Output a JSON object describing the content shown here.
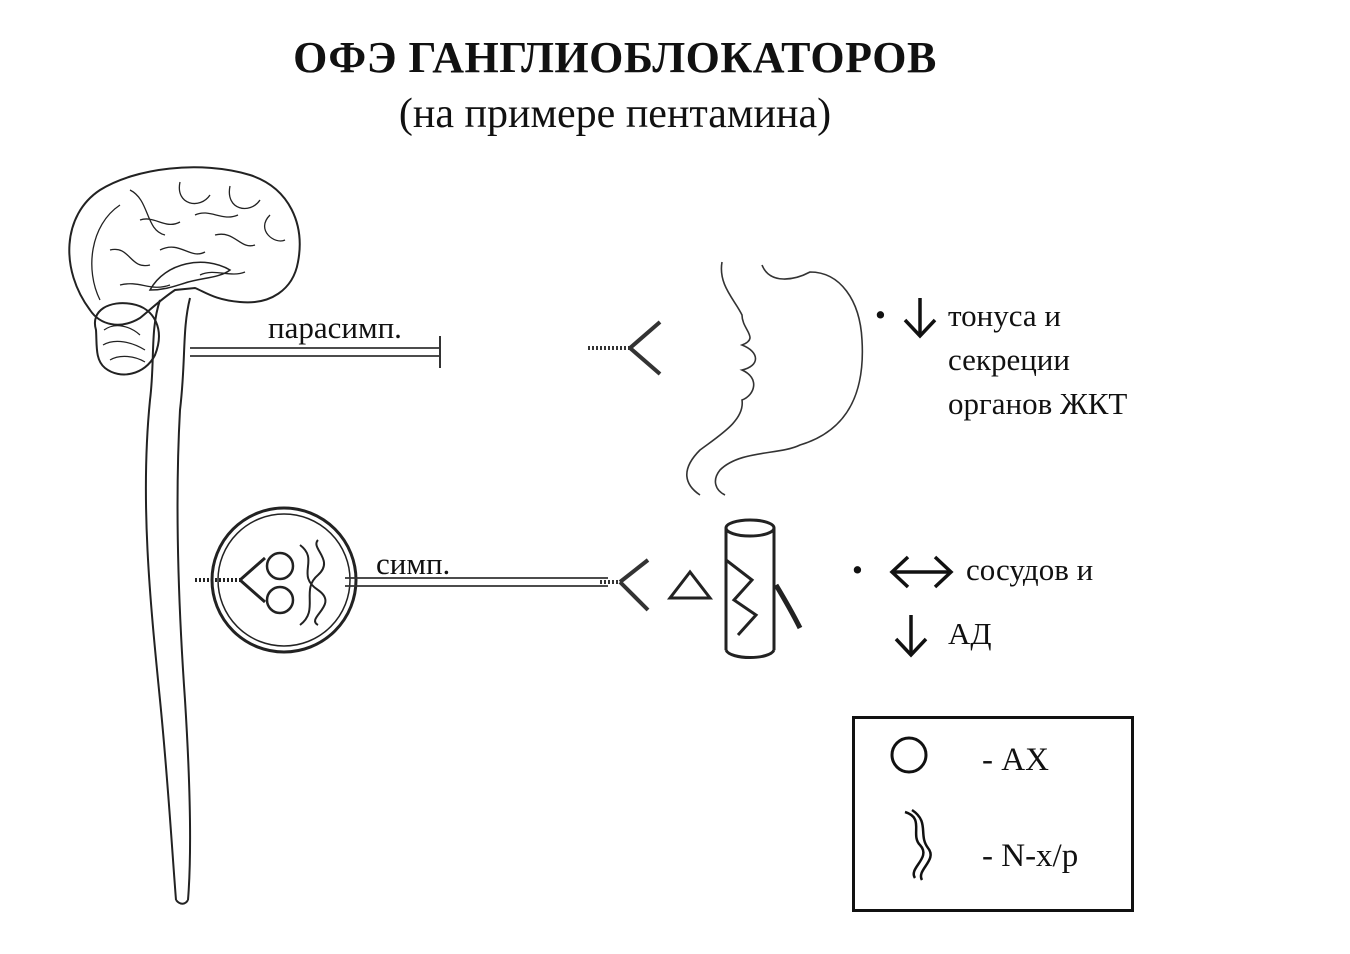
{
  "title": "ОФЭ ГАНГЛИОБЛОКАТОРОВ",
  "subtitle": "(на примере пентамина)",
  "labels": {
    "parasymp": "парасимп.",
    "symp": "симп."
  },
  "effects": {
    "gi": {
      "bullet": "•",
      "line1": "тонуса и",
      "line2": "секреции",
      "line3": "органов ЖКТ"
    },
    "vessels": {
      "bullet": "•",
      "line1": "сосудов и",
      "line2": "АД"
    }
  },
  "legend": {
    "ach_label": "- АХ",
    "receptor_label": "- N-х/р"
  },
  "icons": [
    "brain-icon",
    "spinal-cord-icon",
    "ganglion-icon",
    "stomach-icon",
    "vessel-icon",
    "down-arrow-icon",
    "double-arrow-icon",
    "ach-circle-icon",
    "n-receptor-icon"
  ]
}
